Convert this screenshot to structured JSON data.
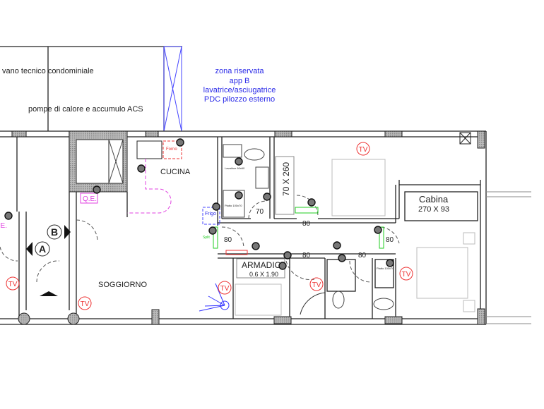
{
  "top_area": {
    "left_label_1": "vano tecnico condominiale",
    "left_label_2": "pompe di calore e accumulo ACS",
    "reserved_zone": [
      "zona riservata",
      "app B",
      "lavatrice/asciugatrice",
      "PDC pilozzo esterno"
    ]
  },
  "rooms": {
    "kitchen": "CUCINA",
    "living": "SOGGIORNO",
    "wardrobe_bed1": "70 X 260",
    "closet_title": "Cabina",
    "closet_size": "270 X 93",
    "armadio_title": "ARMADIO",
    "armadio_size": "0.6 X 1.90"
  },
  "dimensions": [
    "70",
    "80",
    "80",
    "80",
    "80",
    "80"
  ],
  "entrances": {
    "a": "A",
    "b": "B"
  },
  "panels": {
    "qe_main": "Q.E.",
    "qe_left": "Q.E."
  },
  "appliances": {
    "oven": "Forno",
    "fridge": "Frigo",
    "washer": "Lavatrice 60x60",
    "shower1": "Piatto 100x70",
    "shower2": "Piatto 100x70",
    "split": "Split"
  },
  "tv_label": "TV",
  "colors": {
    "walls": "#222222",
    "tv": "#e33333",
    "annotation_blue": "#2a2ae8",
    "electrical_magenta": "#e040e0",
    "split_green": "#22cc22"
  }
}
